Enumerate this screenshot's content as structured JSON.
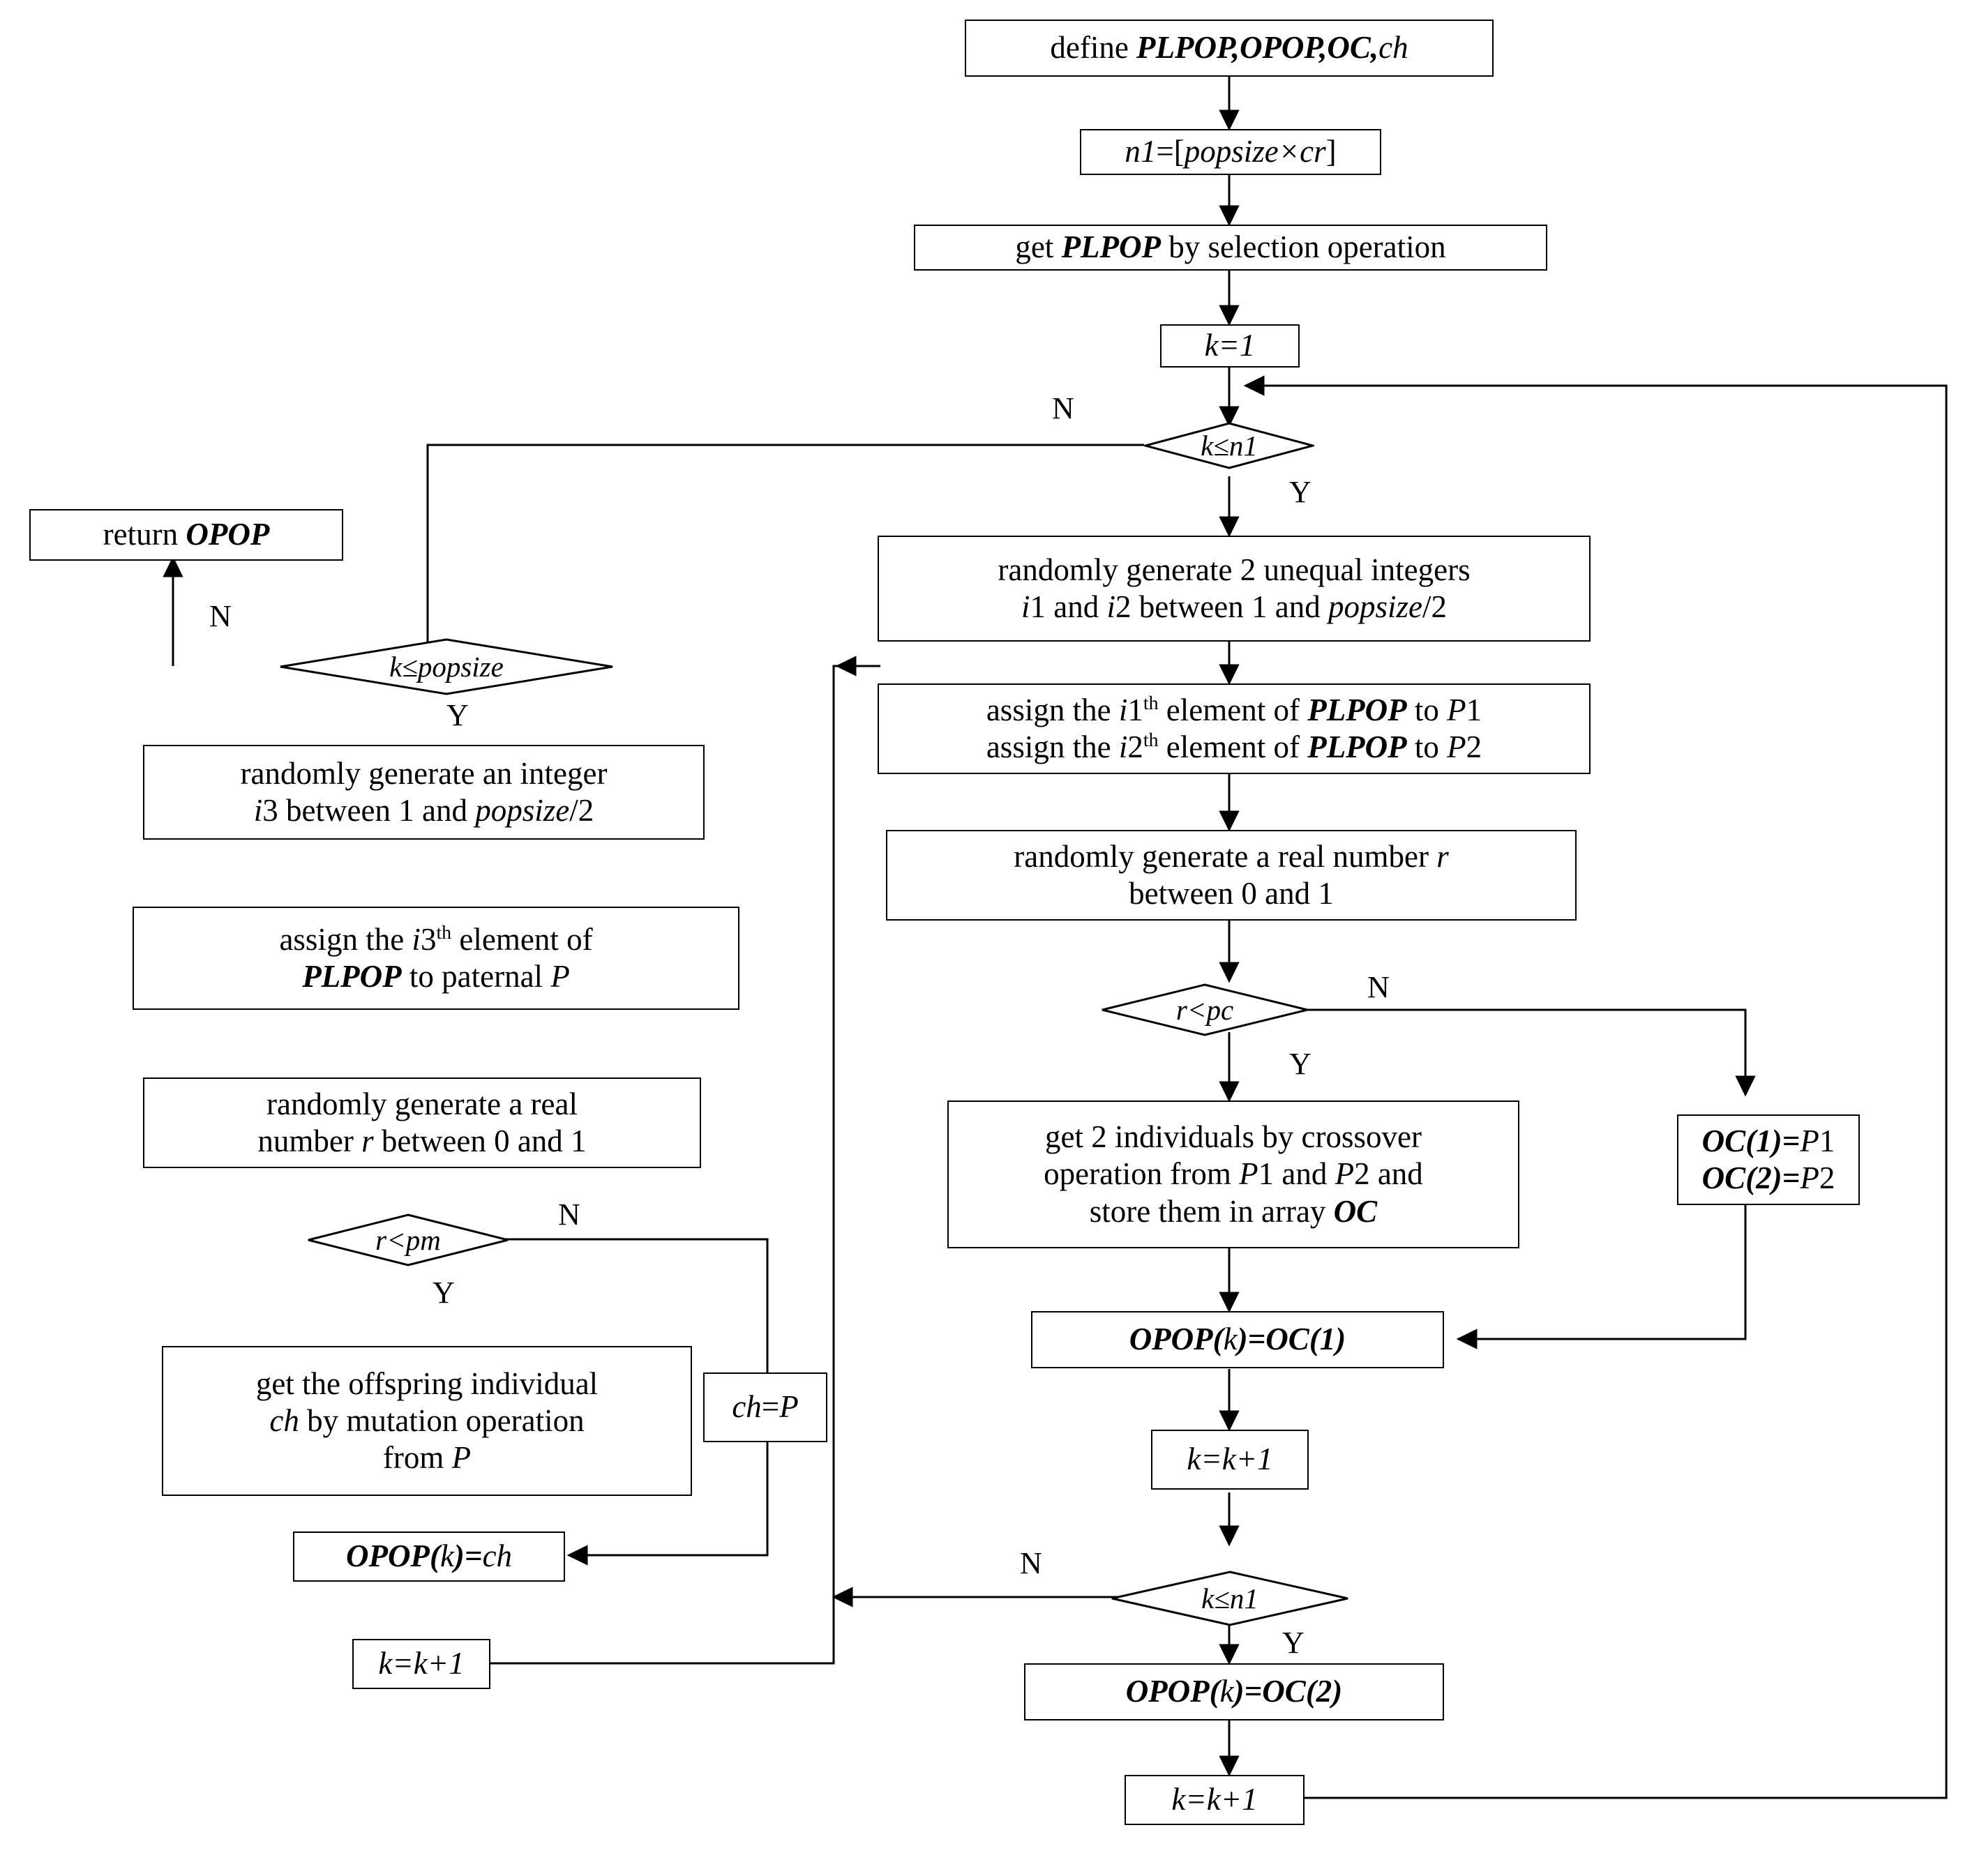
{
  "diagram": {
    "title": "Genetic algorithm crossover and mutation flowchart",
    "type": "flowchart",
    "nodes": [
      {
        "id": "define",
        "shape": "process",
        "text": "define PLPOP,OPOP,OC,ch"
      },
      {
        "id": "n1",
        "shape": "process",
        "text": "n1=[popsize×cr]"
      },
      {
        "id": "getplpop",
        "shape": "process",
        "text": "get PLPOP by selection operation"
      },
      {
        "id": "k1",
        "shape": "process",
        "text": "k=1"
      },
      {
        "id": "dec_kn1_top",
        "shape": "decision",
        "text": "k≤n1"
      },
      {
        "id": "gen2int",
        "shape": "process",
        "text": "randomly generate 2 unequal  integers i1 and i2 between 1 and popsize/2"
      },
      {
        "id": "assignp1p2",
        "shape": "process",
        "text": "assign the i1th element of PLPOP to P1 assign the i2th element of PLPOP to P2"
      },
      {
        "id": "genr_right",
        "shape": "process",
        "text": "randomly generate a  real number r between 0 and 1"
      },
      {
        "id": "dec_rpc",
        "shape": "decision",
        "text": "r<pc"
      },
      {
        "id": "crossover",
        "shape": "process",
        "text": "get 2 individuals by crossover operation from P1 and P2 and store them in array OC"
      },
      {
        "id": "ocp",
        "shape": "process",
        "text": "OC(1)=P1 OC(2)=P2"
      },
      {
        "id": "opop_oc1",
        "shape": "process",
        "text": "OPOP(k)=OC(1)"
      },
      {
        "id": "kinc_r1",
        "shape": "process",
        "text": "k=k+1"
      },
      {
        "id": "dec_kn1_bot",
        "shape": "decision",
        "text": "k≤n1"
      },
      {
        "id": "opop_oc2",
        "shape": "process",
        "text": "OPOP(k)=OC(2)"
      },
      {
        "id": "kinc_r2",
        "shape": "process",
        "text": "k=k+1"
      },
      {
        "id": "return",
        "shape": "process",
        "text": "return OPOP"
      },
      {
        "id": "dec_kpop",
        "shape": "decision",
        "text": "k≤popsize"
      },
      {
        "id": "geni3",
        "shape": "process",
        "text": "randomly generate an integer i3 between 1 and popsize/2"
      },
      {
        "id": "assignp",
        "shape": "process",
        "text": "assign the i3th element of PLPOP to paternal P"
      },
      {
        "id": "genr_left",
        "shape": "process",
        "text": "randomly generate a  real number r between 0 and 1"
      },
      {
        "id": "dec_rpm",
        "shape": "decision",
        "text": "r<pm"
      },
      {
        "id": "mutation",
        "shape": "process",
        "text": "get the offspring individual ch by mutation operation from P"
      },
      {
        "id": "cheqp",
        "shape": "process",
        "text": "ch=P"
      },
      {
        "id": "opop_ch",
        "shape": "process",
        "text": "OPOP(k)=ch"
      },
      {
        "id": "kinc_l",
        "shape": "process",
        "text": "k=k+1"
      }
    ],
    "edge_labels": {
      "kn1_top_no": "N",
      "kn1_top_yes": "Y",
      "rpc_no": "N",
      "rpc_yes": "Y",
      "kn1_bot_no": "N",
      "kn1_bot_yes": "Y",
      "kpop_no": "N",
      "kpop_yes": "Y",
      "rpm_no": "N",
      "rpm_yes": "Y"
    },
    "box_labels": {
      "define_plain_1": "define ",
      "define_em_1": "PLPOP,OPOP,OC,",
      "define_em_2": "ch",
      "n1_a": "n1",
      "n1_b": "=[",
      "n1_c": "popsize×cr",
      "n1_d": "]",
      "getplpop_a": "get ",
      "getplpop_b": "PLPOP",
      "getplpop_c": " by selection operation",
      "k1": "k=1",
      "gen2int_l1": "randomly generate 2 unequal  integers",
      "gen2int_l2_a": "i",
      "gen2int_l2_b": "1 and ",
      "gen2int_l2_c": "i",
      "gen2int_l2_d": "2 between 1 and ",
      "gen2int_l2_e": "popsize",
      "gen2int_l2_f": "/2",
      "assign_l1_a": "assign the ",
      "assign_l1_b": "i",
      "assign_l1_c": "1",
      "assign_l1_d": "th",
      "assign_l1_e": " element of ",
      "assign_l1_f": "PLPOP",
      "assign_l1_g": " to ",
      "assign_l1_h": "P",
      "assign_l1_i": "1",
      "assign_l2_c": "2",
      "assign_l2_i": "2",
      "genr_l1_a": "randomly generate a  real number ",
      "genr_l1_b": "r",
      "genr_l2": "between 0 and 1",
      "crossover_l1": "get 2 individuals by crossover",
      "crossover_l2_a": "operation from ",
      "crossover_l2_b": "P",
      "crossover_l2_c": "1 and ",
      "crossover_l2_d": "P",
      "crossover_l2_e": "2 and",
      "crossover_l3_a": "store them in array ",
      "crossover_l3_b": "OC",
      "oc1": "OC",
      "oc1b": "(1)=",
      "oc1c": "P",
      "oc1d": "1",
      "oc2b": "(2)=",
      "oc2d": "2",
      "opop_oc1_a": "OPOP",
      "opop_oc1_b": "(",
      "opop_oc1_c": "k",
      "opop_oc1_d": ")=",
      "opop_oc1_e": "OC",
      "opop_oc1_f": "(1)",
      "opop_oc2_f": "(2)",
      "kinc": "k=k+1",
      "return_a": "return ",
      "return_b": "OPOP",
      "geni3_l1": "randomly generate an integer",
      "geni3_l2_a": "i",
      "geni3_l2_b": "3 between 1 and ",
      "geni3_l2_c": "popsize",
      "geni3_l2_d": "/2",
      "assignp_l1_a": "assign the ",
      "assignp_l1_b": "i",
      "assignp_l1_c": "3",
      "assignp_l1_d": "th",
      "assignp_l1_e": " element of",
      "assignp_l2_a": "PLPOP",
      "assignp_l2_b": " to paternal ",
      "assignp_l2_c": "P",
      "genrl_l1": "randomly generate a  real",
      "genrl_l2_a": "number ",
      "genrl_l2_b": "r",
      "genrl_l2_c": " between 0 and 1",
      "mut_l1": "get the offspring individual",
      "mut_l2_a": "ch",
      "mut_l2_b": " by mutation operation",
      "mut_l3_a": "from ",
      "mut_l3_b": "P",
      "cheqp_a": "ch",
      "cheqp_b": "=",
      "cheqp_c": "P",
      "opop_ch_a": "OPOP",
      "opop_ch_b": "(",
      "opop_ch_c": "k",
      "opop_ch_d": ")=",
      "opop_ch_e": "ch",
      "dec_kn1": "k≤n1",
      "dec_kpop": "k≤popsize",
      "dec_rpc": "r<pc",
      "dec_rpm": "r<pm"
    }
  }
}
